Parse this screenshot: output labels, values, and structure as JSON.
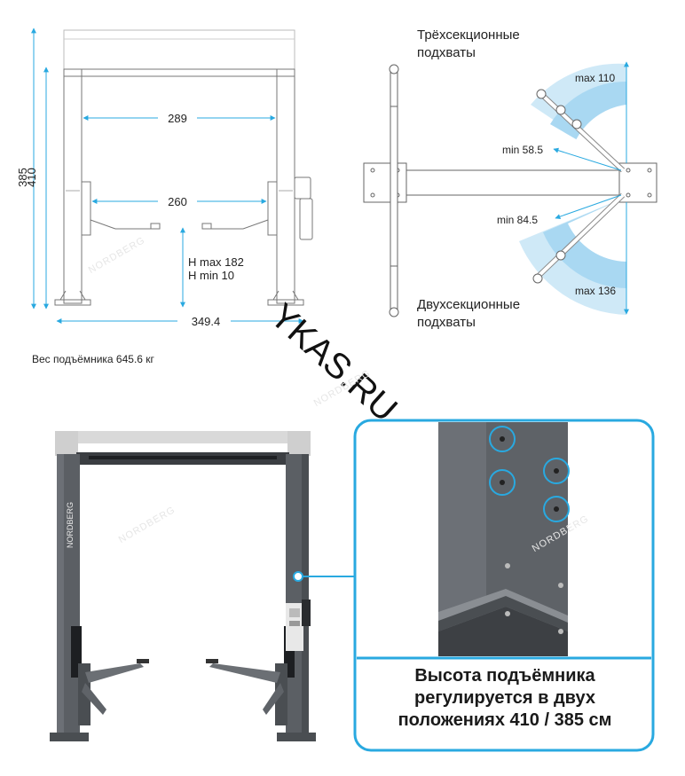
{
  "front_view": {
    "height_total": "410",
    "height_reduced": "385",
    "width_inner_posts": "289",
    "width_arms": "260",
    "lift_height_max": "H max 182",
    "lift_height_min": "H min 10",
    "base_width": "349.4"
  },
  "top_view": {
    "three_section_label_line1": "Трёхсекционные",
    "three_section_label_line2": "подхваты",
    "two_section_label_line1": "Двухсекционные",
    "two_section_label_line2": "подхваты",
    "three_max": "max 110",
    "three_min": "min 58.5",
    "two_min": "min 84.5",
    "two_max": "max 136"
  },
  "weight_text": "Вес подъёмника 645.6 кг",
  "watermark": "YKAS.RU",
  "brand_marks": [
    "NORDBERG",
    "NORDBERG",
    "NORDBERG",
    "NORDBERG",
    "NORDBERG"
  ],
  "caption": {
    "line1": "Высота подъёмника",
    "line2": "регулируется в двух",
    "line3": "положениях 410 / 385 см"
  },
  "colors": {
    "accent_blue": "#29a9e0",
    "zone_light": "#cfe9f7",
    "zone_mid": "#a9d8f2",
    "lift_gray": "#5b5f64",
    "lift_dark": "#3b3e42"
  }
}
